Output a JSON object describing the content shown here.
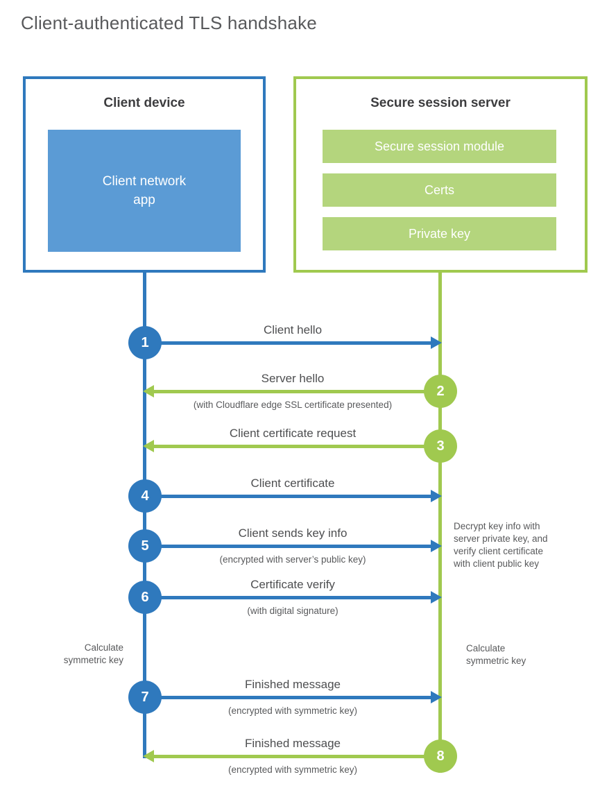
{
  "title": "Client-authenticated TLS handshake",
  "colors": {
    "blue": "#2f79bd",
    "blue_light": "#5b9bd5",
    "green": "#a0c94f",
    "green_light": "#b4d57d",
    "text_dark": "#3d3d3f",
    "text_gray": "#58595b"
  },
  "client_box": {
    "title": "Client device",
    "module": "Client network\napp"
  },
  "server_box": {
    "title": "Secure session server",
    "modules": [
      "Secure session module",
      "Certs",
      "Private key"
    ]
  },
  "steps": [
    {
      "num": "1",
      "label": "Client hello",
      "sub": "",
      "direction": "right",
      "color": "blue"
    },
    {
      "num": "2",
      "label": "Server hello",
      "sub": "(with Cloudflare edge SSL certificate presented)",
      "direction": "left",
      "color": "green"
    },
    {
      "num": "3",
      "label": "Client certificate request",
      "sub": "",
      "direction": "left",
      "color": "green"
    },
    {
      "num": "4",
      "label": "Client certificate",
      "sub": "",
      "direction": "right",
      "color": "blue"
    },
    {
      "num": "5",
      "label": "Client sends key info",
      "sub": "(encrypted with server’s public key)",
      "direction": "right",
      "color": "blue"
    },
    {
      "num": "6",
      "label": "Certificate verify",
      "sub": "(with digital signature)",
      "direction": "right",
      "color": "blue"
    },
    {
      "num": "7",
      "label": "Finished message",
      "sub": "(encrypted with symmetric key)",
      "direction": "right",
      "color": "blue"
    },
    {
      "num": "8",
      "label": "Finished message",
      "sub": "(encrypted with symmetric key)",
      "direction": "left",
      "color": "green"
    }
  ],
  "annotations": {
    "decrypt_note": "Decrypt key info with\nserver private key, and\nverify client certificate\nwith client public key",
    "calc_left": "Calculate\nsymmetric key",
    "calc_right": "Calculate\nsymmetric key"
  }
}
